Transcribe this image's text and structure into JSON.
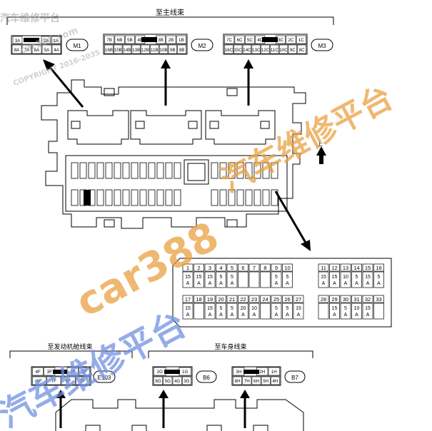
{
  "labels": {
    "to_main_harness": "至主线束",
    "to_engine_room_harness": "至发动机舱线束",
    "to_body_harness": "至车身线束",
    "up_arrow": "上"
  },
  "connectors": {
    "m1": {
      "name": "M1",
      "row1": [
        "3A",
        "",
        "2A",
        "1A"
      ],
      "row2": [
        "8A",
        "7A",
        "6A",
        "5A",
        "4A"
      ]
    },
    "m2": {
      "name": "M2",
      "row1": [
        "7B",
        "6B",
        "5B",
        "4B",
        "",
        "3B",
        "2B",
        "1B"
      ],
      "row2": [
        "16B",
        "15B",
        "14B",
        "13B",
        "12B",
        "11B",
        "10B",
        "9B",
        "8B"
      ]
    },
    "m3": {
      "name": "M3",
      "row1": [
        "7C",
        "6C",
        "5C",
        "4C",
        "",
        "3C",
        "2C",
        "1C"
      ],
      "row2": [
        "16C",
        "15C",
        "14C",
        "13C",
        "12C",
        "11C",
        "10C",
        "9C",
        "8C"
      ]
    },
    "e103": {
      "name": "E103",
      "row1": [
        "4F",
        "3F",
        "",
        "2F",
        "1F"
      ],
      "row2": [
        "8F",
        "7F",
        "6F",
        "5F"
      ]
    },
    "b6": {
      "name": "B6",
      "row1": [
        "2G",
        "",
        "1G"
      ],
      "row2": [
        "6G",
        "5G",
        "4G",
        "3G"
      ]
    },
    "b7": {
      "name": "B7",
      "row1": [
        "3H",
        "",
        "2H",
        "1H"
      ],
      "row2": [
        "8H",
        "7H",
        "6H",
        "5H",
        "4H"
      ]
    }
  },
  "fuse_table": {
    "top_left": [
      {
        "n": "1",
        "a": "15"
      },
      {
        "n": "2",
        "a": "15"
      },
      {
        "n": "3",
        "a": "15"
      },
      {
        "n": "4",
        "a": "5"
      },
      {
        "n": "5",
        "a": "5"
      },
      {
        "n": "6",
        "a": ""
      },
      {
        "n": "7",
        "a": ""
      },
      {
        "n": "8",
        "a": ""
      },
      {
        "n": "9",
        "a": "5"
      },
      {
        "n": "10",
        "a": "5"
      }
    ],
    "top_right": [
      {
        "n": "11",
        "a": "15"
      },
      {
        "n": "12",
        "a": "15"
      },
      {
        "n": "13",
        "a": "10"
      },
      {
        "n": "14",
        "a": "5"
      },
      {
        "n": "15",
        "a": "15"
      },
      {
        "n": "16",
        "a": "5"
      }
    ],
    "bottom_left": [
      {
        "n": "17",
        "a": "15"
      },
      {
        "n": "18",
        "a": ""
      },
      {
        "n": "19",
        "a": "15"
      },
      {
        "n": "20",
        "a": "5"
      },
      {
        "n": "21",
        "a": "5"
      },
      {
        "n": "22",
        "a": "20"
      },
      {
        "n": "23",
        "a": "10"
      },
      {
        "n": "24",
        "a": ""
      },
      {
        "n": "25",
        "a": "5"
      },
      {
        "n": "26",
        "a": "5"
      },
      {
        "n": "27",
        "a": "15"
      }
    ],
    "bottom_right": [
      {
        "n": "28",
        "a": ""
      },
      {
        "n": "29",
        "a": "15"
      },
      {
        "n": "30",
        "a": "5"
      },
      {
        "n": "31",
        "a": "10"
      },
      {
        "n": "32",
        "a": "15"
      },
      {
        "n": "33",
        "a": ""
      }
    ],
    "amp_unit": "A"
  },
  "watermarks": {
    "brand": "car388",
    "cn_line": "汽车维修平台",
    "cn_top": "汽车维修平台",
    "corner_1": "汽车维修平台",
    "corner_2": "car388.com",
    "corner_3": "COPYRIGHT 2016-2035"
  },
  "colors": {
    "line": "#000000",
    "watermark": "#e8a040",
    "watermark_alt": "#7090e0"
  }
}
